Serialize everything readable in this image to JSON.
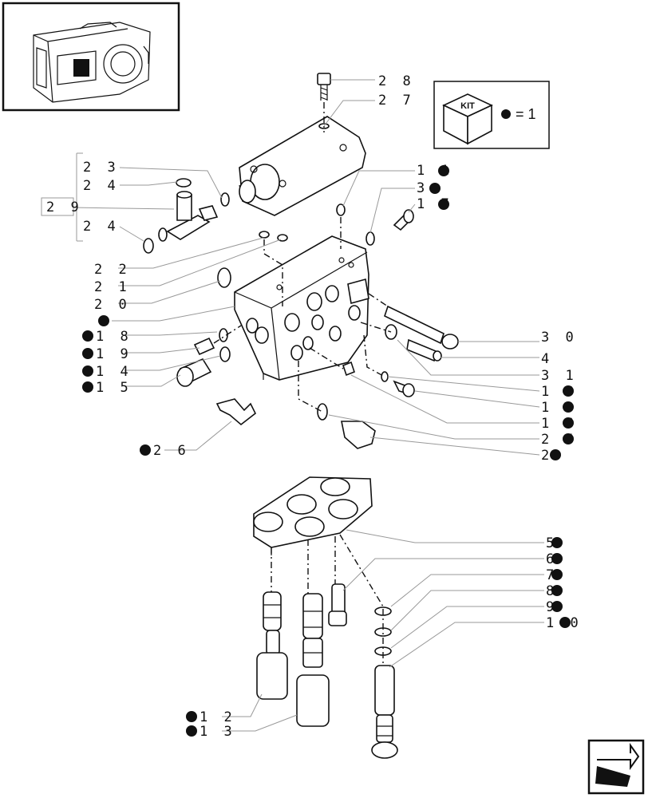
{
  "kit_legend": {
    "kit_label": "KIT",
    "equals_text": "= 1",
    "marker_color": "#111111"
  },
  "callouts": [
    {
      "id": "28",
      "text": "2 8"
    },
    {
      "id": "27",
      "text": "2 7"
    },
    {
      "id": "23",
      "text": "2 3"
    },
    {
      "id": "24a",
      "text": "2 4"
    },
    {
      "id": "29",
      "text": "2 9"
    },
    {
      "id": "24b",
      "text": "2 4"
    },
    {
      "id": "11",
      "text": "1 1"
    },
    {
      "id": "3",
      "text": "3"
    },
    {
      "id": "17",
      "text": "1 7"
    },
    {
      "id": "22",
      "text": "2 2"
    },
    {
      "id": "21",
      "text": "2 1"
    },
    {
      "id": "20",
      "text": "2 0"
    },
    {
      "id": "1",
      "text": ""
    },
    {
      "id": "18a",
      "text": "1 8"
    },
    {
      "id": "19a",
      "text": "1 9"
    },
    {
      "id": "14",
      "text": "1 4"
    },
    {
      "id": "15",
      "text": "1 5"
    },
    {
      "id": "30",
      "text": "3 0"
    },
    {
      "id": "4",
      "text": "4"
    },
    {
      "id": "31",
      "text": "3 1"
    },
    {
      "id": "18b",
      "text": "1 8"
    },
    {
      "id": "19b",
      "text": "1 9"
    },
    {
      "id": "16",
      "text": "1 6"
    },
    {
      "id": "25",
      "text": "2 5"
    },
    {
      "id": "2",
      "text": "2"
    },
    {
      "id": "26",
      "text": "2 6"
    },
    {
      "id": "5",
      "text": "5"
    },
    {
      "id": "6",
      "text": "6"
    },
    {
      "id": "7",
      "text": "7"
    },
    {
      "id": "8",
      "text": "8"
    },
    {
      "id": "9",
      "text": "9"
    },
    {
      "id": "10",
      "text": "1 0"
    },
    {
      "id": "12",
      "text": "1 2"
    },
    {
      "id": "13",
      "text": "1 3"
    }
  ]
}
